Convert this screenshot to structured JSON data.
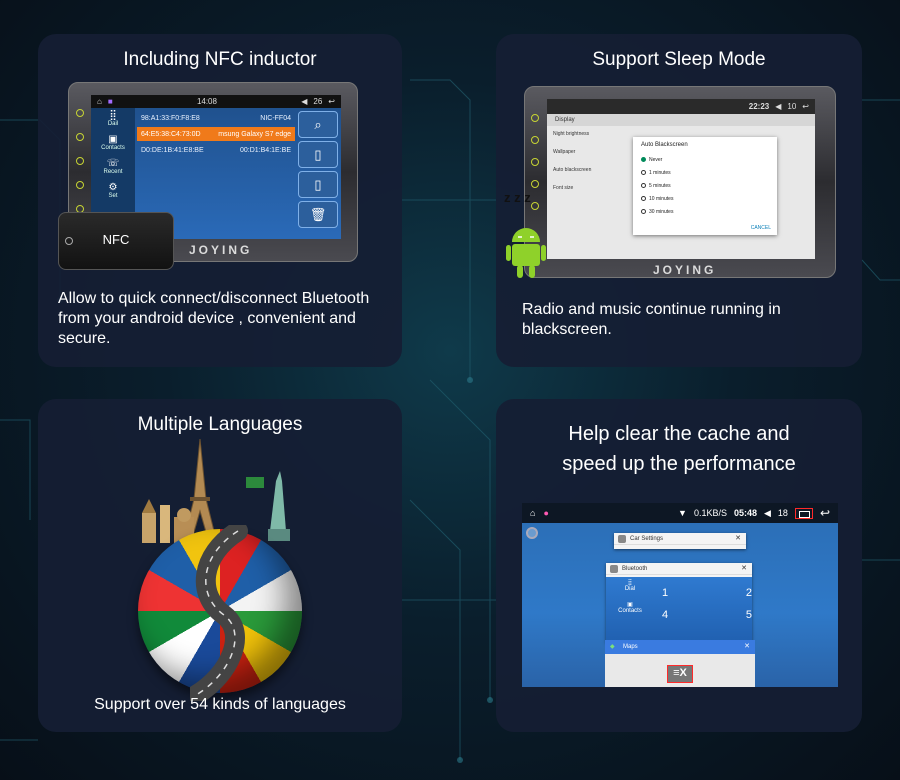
{
  "cards": {
    "nfc": {
      "title": "Including NFC inductor",
      "description": "Allow to quick connect/disconnect Bluetooth from your android device , convenient and secure.",
      "brand": "JOYING",
      "phone_label": "NFC",
      "status_time": "14:08",
      "status_volume": "26",
      "side_items": [
        "Dail",
        "Contacts",
        "Recent",
        "Set"
      ],
      "rows": [
        {
          "left": "98:A1:33:F0:F8:E8",
          "right": "NIC-FF04"
        },
        {
          "left": "64:E5:38:C4:73:0D",
          "right": "msung Galaxy S7 edge"
        },
        {
          "left": "D0:DE:1B:41:E8:BE",
          "right": "00:D1:B4:1E:BE"
        }
      ]
    },
    "sleep": {
      "title": "Support Sleep Mode",
      "description": "Radio and music continue running in blackscreen.",
      "brand": "JOYING",
      "status_time": "22:23",
      "status_volume": "10",
      "settings_header": "Display",
      "settings_list": [
        "Night brightness",
        "Wallpaper",
        "Auto blackscreen",
        "Font size"
      ],
      "dialog_title": "Auto Blackscreen",
      "options": [
        "Never",
        "1 minutes",
        "5 minutes",
        "10 minutes",
        "30 minutes"
      ],
      "selected_option": "Never",
      "cancel_label": "CANCEL",
      "zzz": "z z z"
    },
    "languages": {
      "title": "Multiple Languages",
      "description": "Support over 54 kinds of languages"
    },
    "cache": {
      "title_line1": "Help clear the cache and",
      "title_line2": "speed up the performance",
      "status_speed": "0.1KB/S",
      "status_time": "05:48",
      "status_volume": "18",
      "car_settings": "Car Settings",
      "bluetooth": "Bluetooth",
      "bt_side": [
        "Dial",
        "Contacts"
      ],
      "keypad": [
        [
          "1",
          "2"
        ],
        [
          "4",
          "5"
        ]
      ],
      "maps": "Maps",
      "clear_symbol": "≡X"
    }
  },
  "colors": {
    "card_bg": "#161e34",
    "highlight_orange": "#f07a1a",
    "accent_red": "#ff2a2a"
  }
}
